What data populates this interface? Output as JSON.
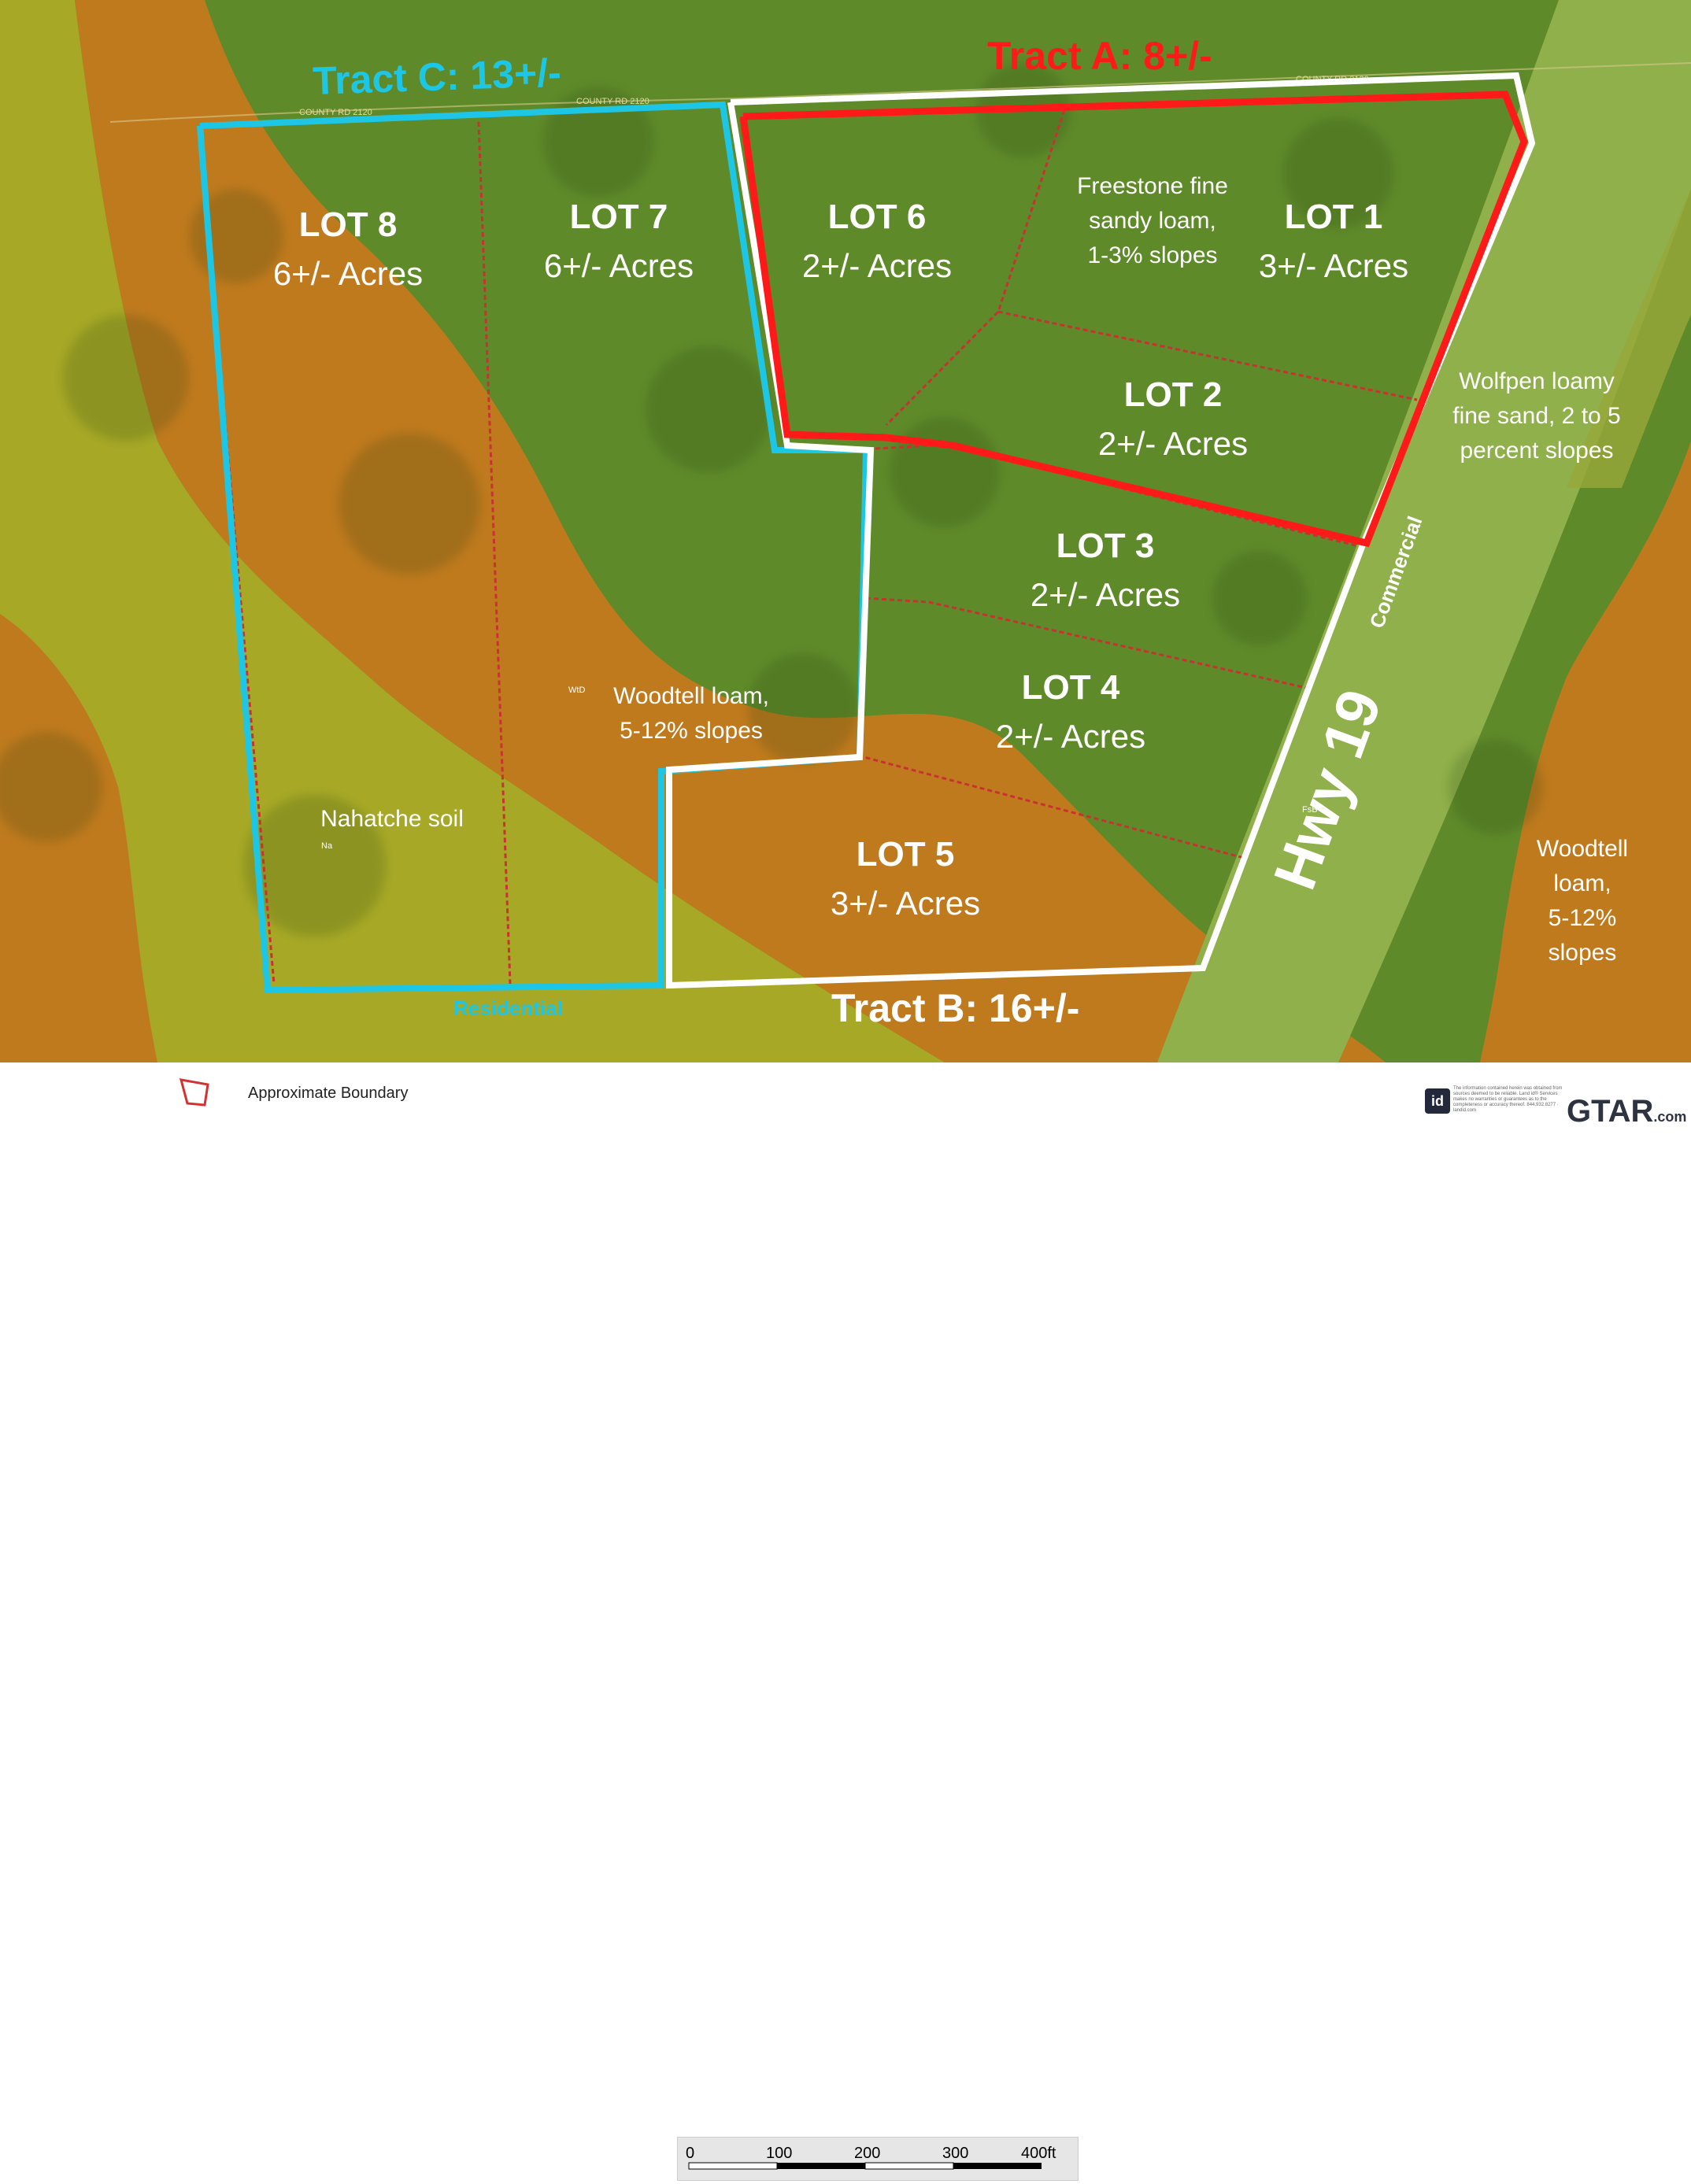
{
  "map": {
    "tracts": {
      "a": "Tract A: 8+/-",
      "b": "Tract B: 16+/-",
      "c": "Tract C: 13+/-"
    },
    "lots": [
      {
        "name": "LOT 1",
        "acres": "3+/- Acres"
      },
      {
        "name": "LOT 2",
        "acres": "2+/- Acres"
      },
      {
        "name": "LOT 3",
        "acres": "2+/- Acres"
      },
      {
        "name": "LOT 4",
        "acres": "2+/- Acres"
      },
      {
        "name": "LOT 5",
        "acres": "3+/- Acres"
      },
      {
        "name": "LOT 6",
        "acres": "2+/- Acres"
      },
      {
        "name": "LOT 7",
        "acres": "6+/- Acres"
      },
      {
        "name": "LOT 8",
        "acres": "6+/- Acres"
      }
    ],
    "soils": {
      "freestone": [
        "Freestone fine",
        "sandy loam,",
        "1-3% slopes"
      ],
      "wolfpen": [
        "Wolfpen loamy",
        "fine sand, 2 to 5",
        "percent slopes"
      ],
      "woodtell_center": [
        "Woodtell loam,",
        "5-12% slopes"
      ],
      "woodtell_right": [
        "Woodtell",
        "loam,",
        "5-12%",
        "slopes"
      ],
      "nahatche": "Nahatche soil",
      "map_codes": {
        "wtd": "WtD",
        "na": "Na",
        "fsb": "FsB"
      }
    },
    "roads": {
      "highway": "Hwy 19",
      "county_road": "COUNTY RD 2120"
    },
    "zoning": {
      "commercial": "Commercial",
      "residential": "Residential"
    },
    "colors": {
      "tract_a": "#ff1a1a",
      "tract_b": "#ffffff",
      "tract_c": "#1ec6e6",
      "soil_green": "#5f8a2a",
      "soil_orange": "#c07a1e",
      "soil_yellow": "#a6a826",
      "highway_green": "#8fb04a"
    }
  },
  "legend": {
    "label": "Approximate Boundary",
    "icon": "boundary-polygon-icon"
  },
  "scale_bar": {
    "ticks": [
      "0",
      "100",
      "200",
      "300",
      "400ft"
    ]
  },
  "footer": {
    "disclaimer": "The information contained herein was obtained from sources deemed to be reliable. Land id® Services makes no warranties or guarantees as to the completeness or accuracy thereof. 844.932.8277 · landid.com",
    "id_logo": "id",
    "brand": "GTAR",
    "brand_suffix": ".com"
  }
}
